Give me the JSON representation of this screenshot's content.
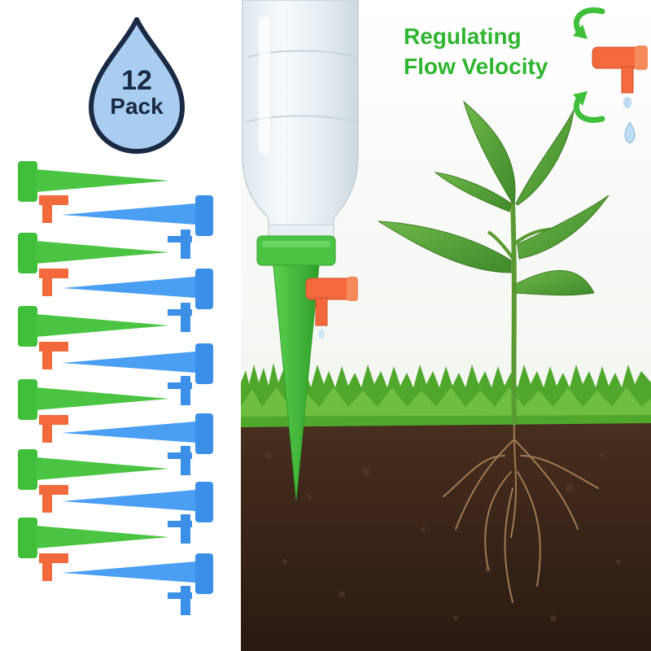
{
  "badge": {
    "count": "12",
    "label": "Pack"
  },
  "headline": {
    "line1": "Regulating",
    "line2": "Flow Velocity"
  },
  "colors": {
    "green_spike": "#3fbf3a",
    "blue_spike": "#3b8fe6",
    "orange_valve": "#f26a3c",
    "headline_green": "#2fb52f",
    "drop_fill": "#a9cdf0",
    "drop_outline": "#1b2a44",
    "soil": "#3a2618",
    "grass": "#4fa82b"
  },
  "product": {
    "pack_quantity": 12,
    "spike_pairs_shown": 6
  }
}
